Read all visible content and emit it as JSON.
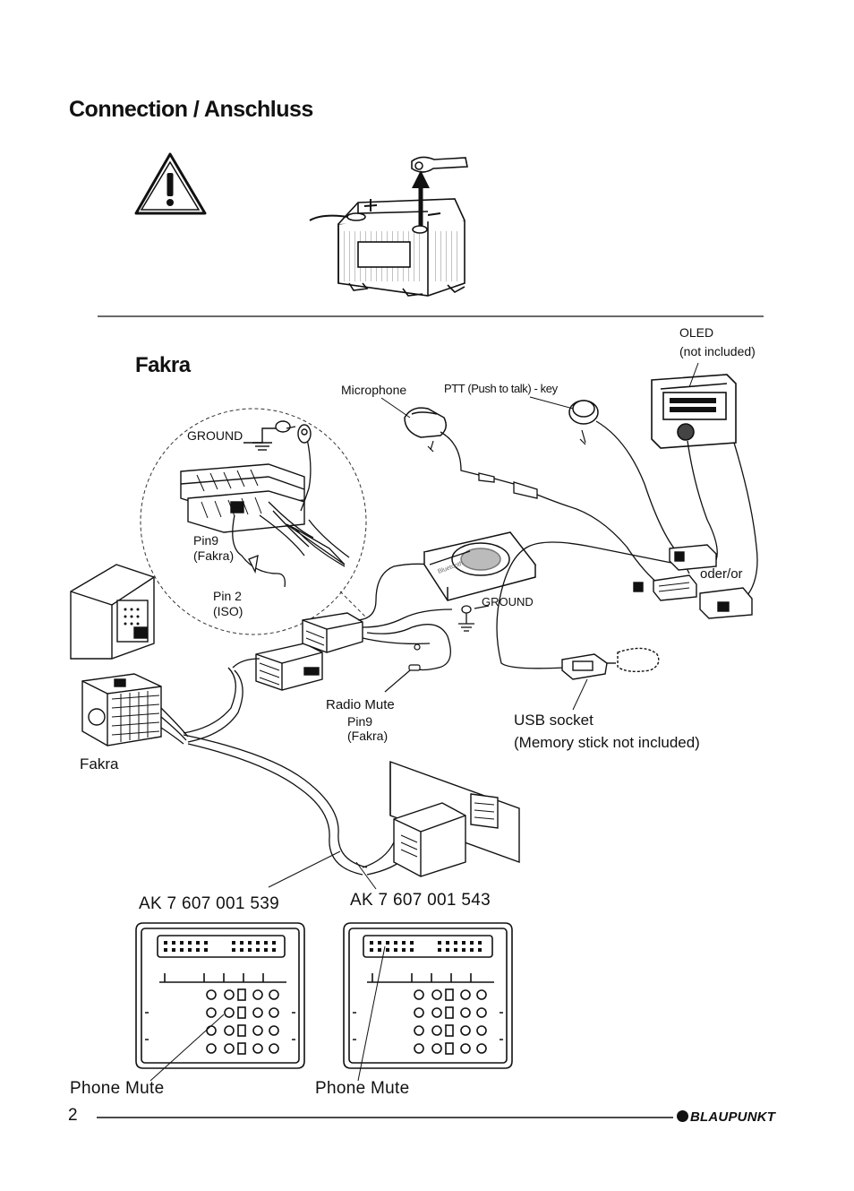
{
  "page": {
    "title": "Connection / Anschluss",
    "section_title": "Fakra",
    "page_number": "2",
    "brand": "BLAUPUNKT"
  },
  "labels": {
    "oled": "OLED",
    "oled_note": "(not included)",
    "microphone": "Microphone",
    "ptt": "PTT (Push to talk) - key",
    "ground_inset": "GROUND",
    "pin9": "Pin9",
    "pin9_note": "(Fakra)",
    "pin2": "Pin 2",
    "pin2_note": "(ISO)",
    "oder_or": "oder/or",
    "ground_module": "GROUND",
    "radio_mute": "Radio Mute",
    "radio_mute_pin": "Pin9",
    "radio_mute_pin_note": "(Fakra)",
    "usb_socket": "USB socket",
    "usb_note": "(Memory stick not included)",
    "fakra": "Fakra",
    "module_brand": "Bluetooth"
  },
  "connectors": [
    {
      "part_number": "AK 7 607 001 539",
      "mute_label": "Phone Mute"
    },
    {
      "part_number": "AK 7 607 001 543",
      "mute_label": "Phone Mute"
    }
  ],
  "icons": {
    "warning": "warning-triangle-icon",
    "battery": "battery-icon",
    "ground": "ground-symbol-icon"
  }
}
